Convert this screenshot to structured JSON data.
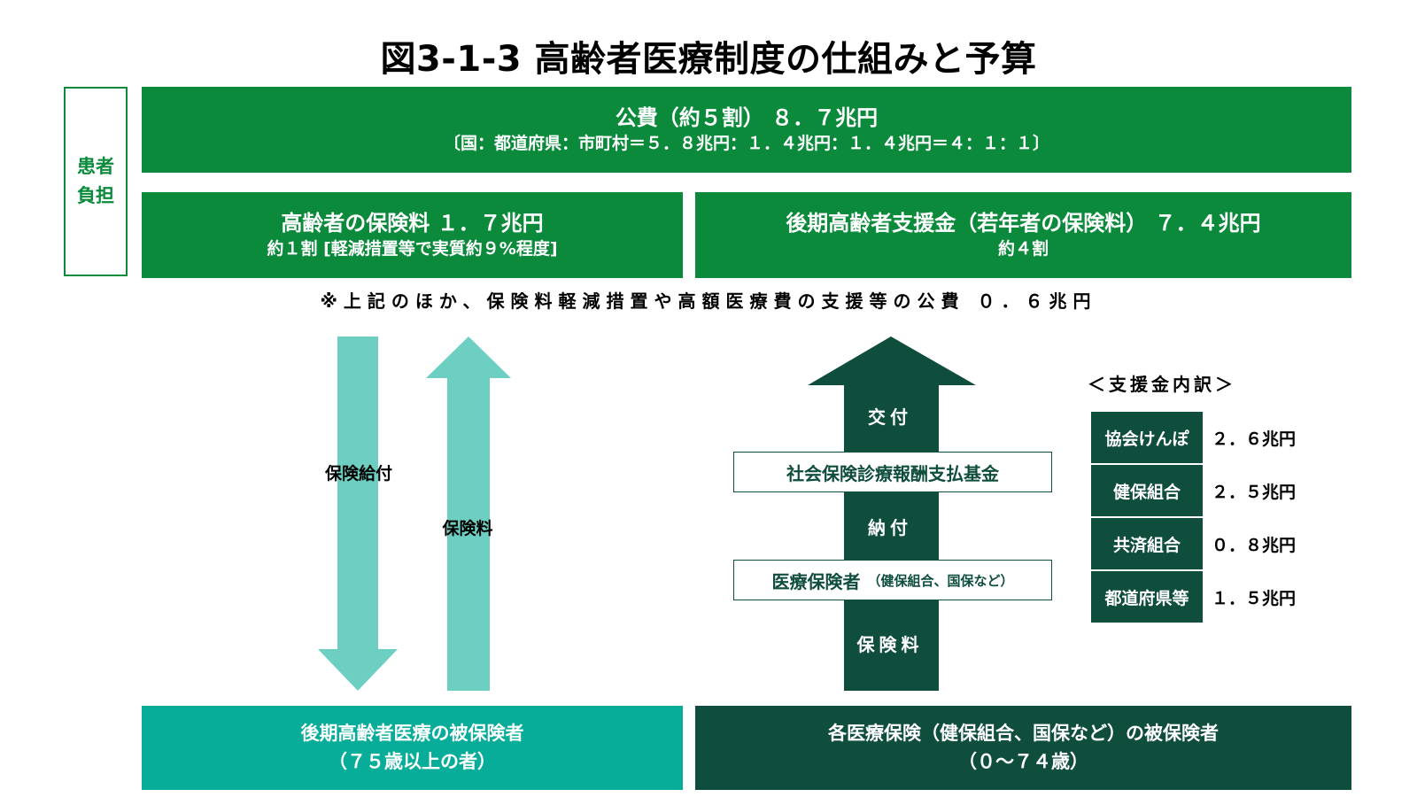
{
  "title": "図3-1-3 高齢者医療制度の仕組みと予算",
  "patient_burden": {
    "line1": "患者",
    "line2": "負担"
  },
  "public_funds": {
    "line1": "公費（約５割） ８．７兆円",
    "line2": "〔国：都道府県：市町村＝５．８兆円：１．４兆円：１．４兆円＝４：１：１〕"
  },
  "elderly_premium": {
    "line1": "高齢者の保険料 １．７兆円",
    "line2": "約１割 [軽減措置等で実質約９%程度]"
  },
  "support_fund": {
    "line1": "後期高齢者支援金（若年者の保険料） ７．４兆円",
    "line2": "約４割"
  },
  "note": "※上記のほか、保険料軽減措置や高額医療費の支援等の公費 ０．６兆円",
  "left_arrows": {
    "down_label": "保険給付",
    "up_label": "保険料"
  },
  "flow": {
    "label_top": "交付",
    "fund_box": "社会保険診療報酬支払基金",
    "label_mid": "納付",
    "insurer_box_main": "医療保険者",
    "insurer_box_sub": "（健保組合、国保など）",
    "label_bottom": "保険料"
  },
  "breakdown": {
    "title": "＜支援金内訳＞",
    "rows": [
      {
        "name": "協会けんぽ",
        "value": "２．６兆円"
      },
      {
        "name": "健保組合",
        "value": "２．５兆円"
      },
      {
        "name": "共済組合",
        "value": "０．８兆円"
      },
      {
        "name": "都道府県等",
        "value": "１．５兆円"
      }
    ]
  },
  "bottom_left": {
    "line1": "後期高齢者医療の被保険者",
    "line2": "（７５歳以上の者）"
  },
  "bottom_right": {
    "line1": "各医療保険（健保組合、国保など）の被保険者",
    "line2": "（０～７４歳）"
  },
  "colors": {
    "green": "#0a8a3a",
    "dark_green": "#0f4d3c",
    "teal": "#08ad9a",
    "light_teal": "#6ccfc2"
  }
}
